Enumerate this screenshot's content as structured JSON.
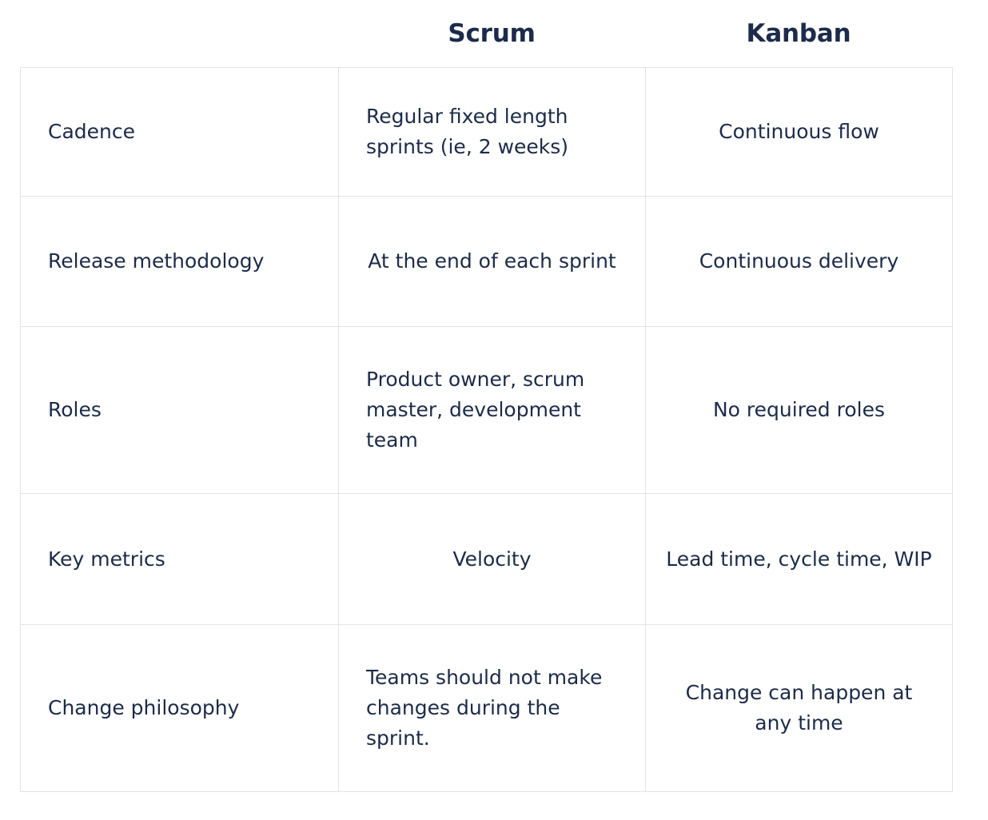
{
  "table": {
    "columns": [
      {
        "key": "aspect",
        "label": ""
      },
      {
        "key": "scrum",
        "label": "Scrum"
      },
      {
        "key": "kanban",
        "label": "Kanban"
      }
    ],
    "rows": [
      {
        "aspect": "Cadence",
        "scrum": "Regular fixed length sprints (ie, 2 weeks)",
        "scrum_align": "left",
        "kanban": "Continuous flow",
        "kanban_align": "center"
      },
      {
        "aspect": "Release methodology",
        "scrum": "At the end of each sprint",
        "scrum_align": "center",
        "kanban": "Continuous delivery",
        "kanban_align": "center"
      },
      {
        "aspect": "Roles",
        "scrum": "Product owner, scrum master, development team",
        "scrum_align": "left",
        "kanban": "No required roles",
        "kanban_align": "center"
      },
      {
        "aspect": "Key metrics",
        "scrum": "Velocity",
        "scrum_align": "center",
        "kanban": "Lead time, cycle time, WIP",
        "kanban_align": "center"
      },
      {
        "aspect": "Change philosophy",
        "scrum": "Teams should not make changes during the sprint.",
        "scrum_align": "left",
        "kanban": "Change can happen at any time",
        "kanban_align": "center"
      }
    ]
  },
  "colors": {
    "text": "#1c2b4a",
    "border": "#e2e2e8",
    "background": "#ffffff"
  }
}
